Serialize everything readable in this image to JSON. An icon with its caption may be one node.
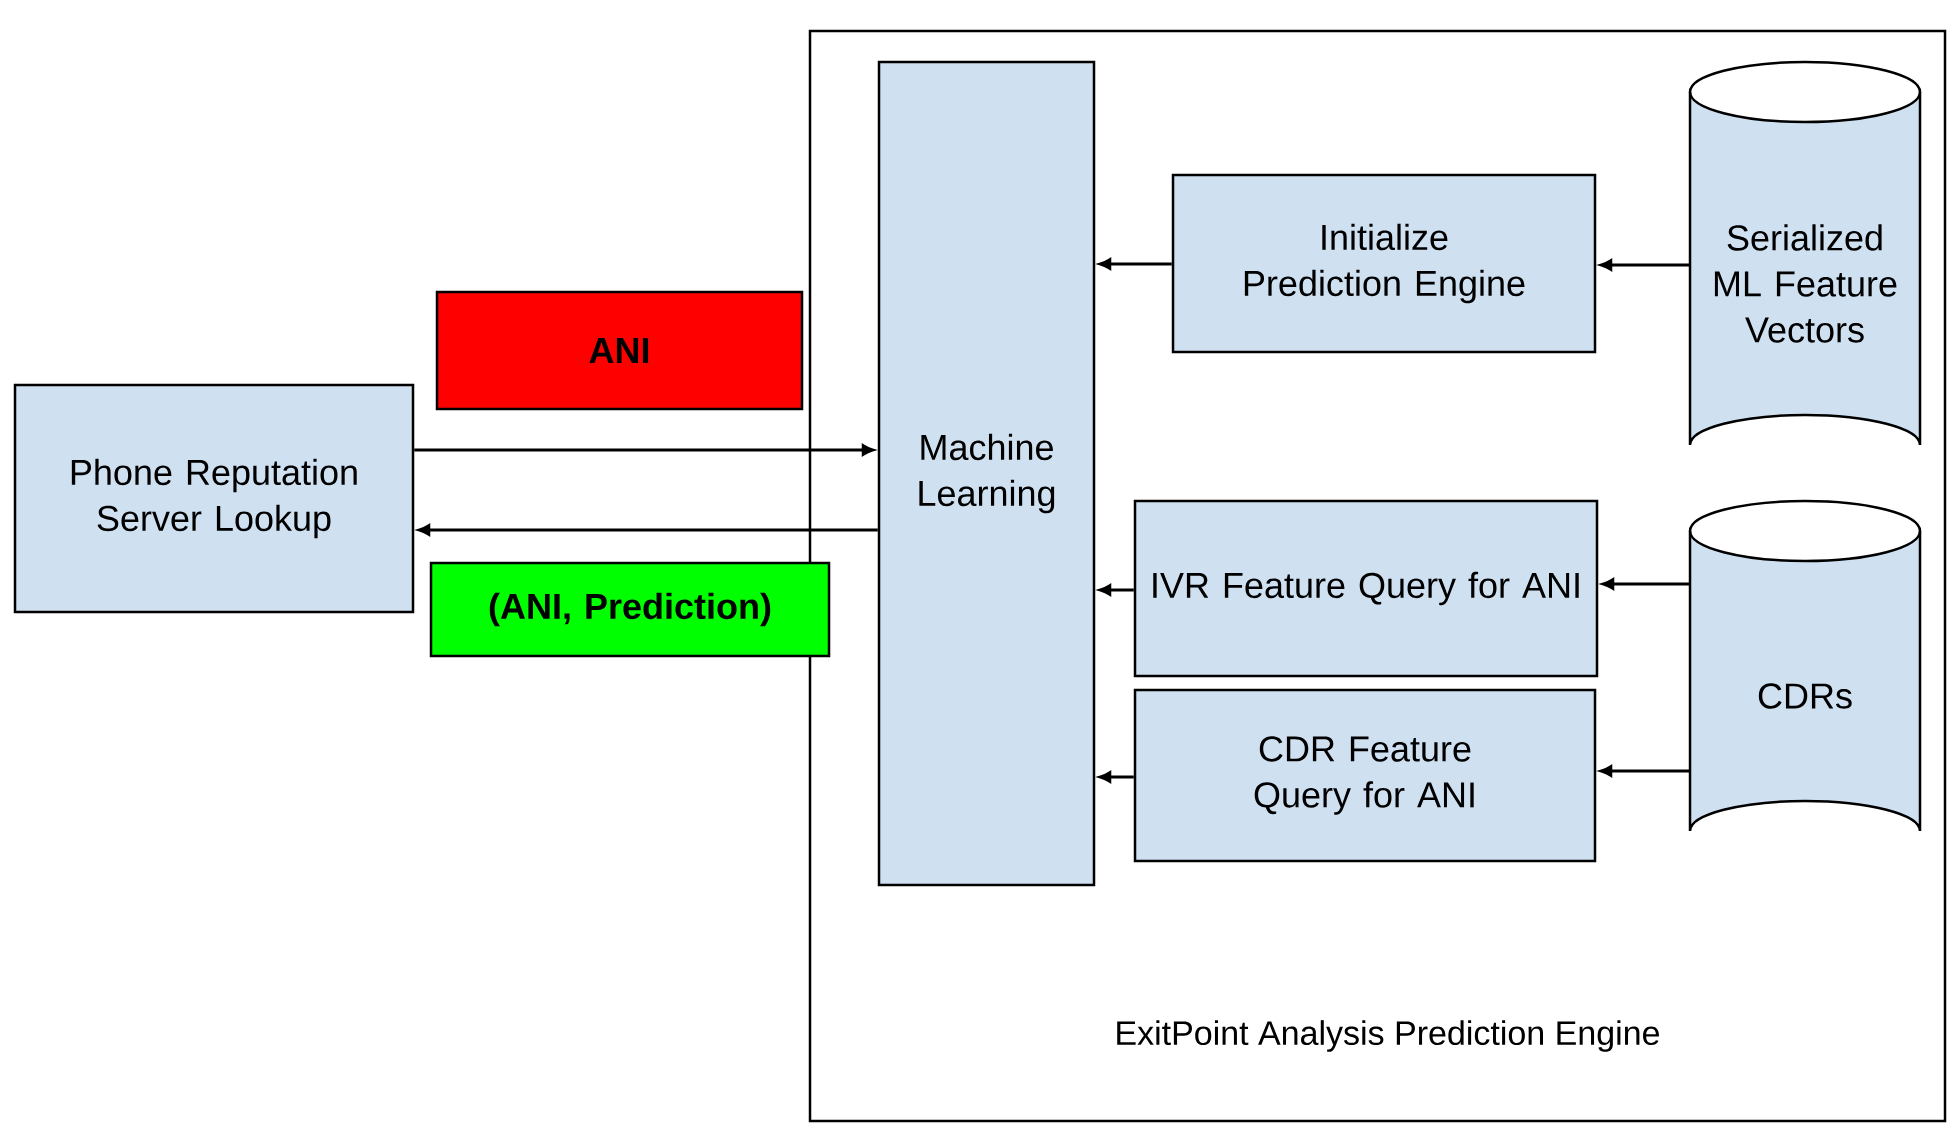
{
  "diagram": {
    "nodes": [
      {
        "text": [
          "ExitPoint Analysis Prediction Engine"
        ]
      },
      {
        "text": [
          "Phone Reputation Server Lookup"
        ]
      },
      {
        "text": [
          "ANI"
        ]
      },
      {
        "text": [
          "(ANI, Prediction)"
        ]
      },
      {
        "text": [
          "Machine Learning"
        ],
        "in": 0
      },
      {
        "text": [
          "Initialize Prediction Engine"
        ],
        "in": 0
      },
      {
        "text": [
          "Serialized ML Feature Vectors"
        ],
        "in": 0
      },
      {
        "text": [
          "IVR Feature Query for ANI"
        ],
        "in": 0
      },
      {
        "text": [
          "CDR Feature Query for ANI"
        ],
        "in": 0
      },
      {
        "text": [
          "CDRs"
        ],
        "in": 0
      }
    ],
    "edges": [
      {
        "from": 1,
        "to": 4,
        "arrow": "to"
      },
      {
        "from": 4,
        "to": 1,
        "arrow": "to"
      },
      {
        "from": 5,
        "to": 4,
        "arrow": "to"
      },
      {
        "from": 6,
        "to": 5,
        "arrow": "to"
      },
      {
        "from": 7,
        "to": 4,
        "arrow": "to"
      },
      {
        "from": 9,
        "to": 7,
        "arrow": "to"
      },
      {
        "from": 8,
        "to": 4,
        "arrow": "to"
      },
      {
        "from": 9,
        "to": 8,
        "arrow": "to"
      }
    ]
  }
}
